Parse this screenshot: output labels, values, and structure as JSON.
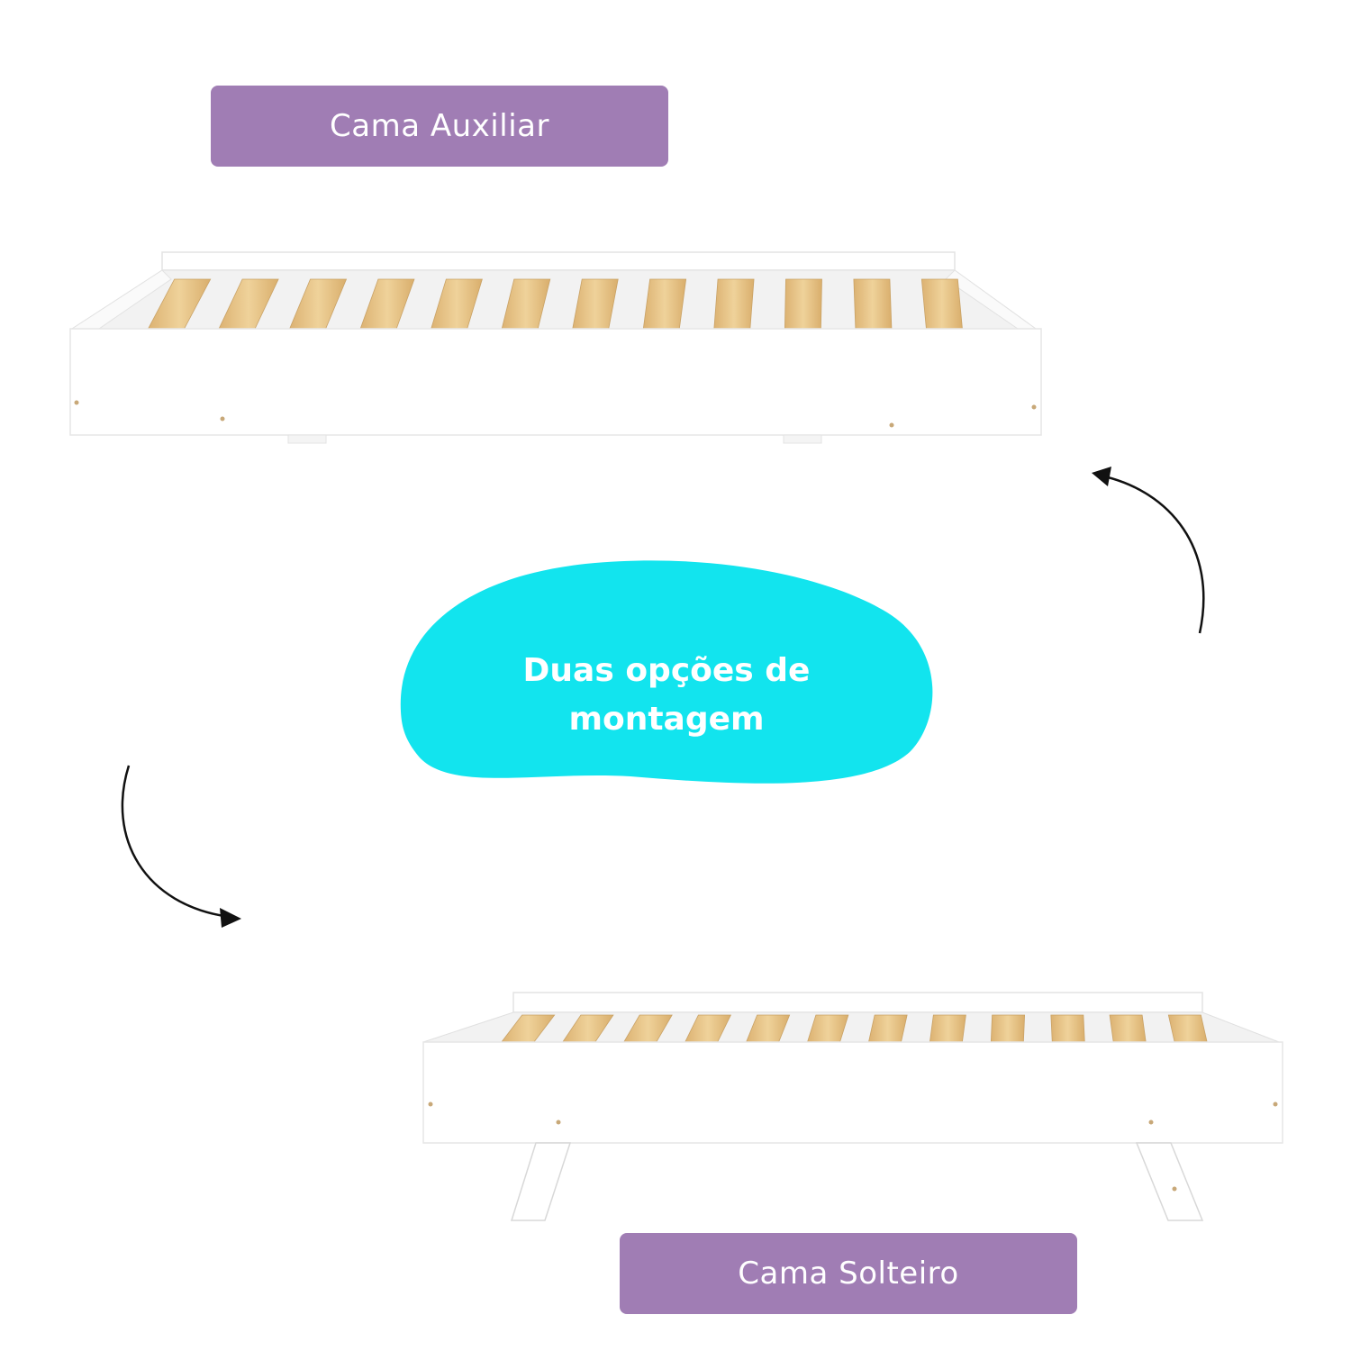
{
  "top_label": "Cama Auxiliar",
  "bottom_label": "Cama Solteiro",
  "center_text": "Duas opções de montagem",
  "colors": {
    "label_background": "#a07db4",
    "blob": "#12e4ee",
    "frame": "#ffffff",
    "slat": "#e9c88a",
    "arrow": "#111111"
  },
  "icons": [
    "curved-arrow-icon",
    "curved-arrow-icon"
  ]
}
